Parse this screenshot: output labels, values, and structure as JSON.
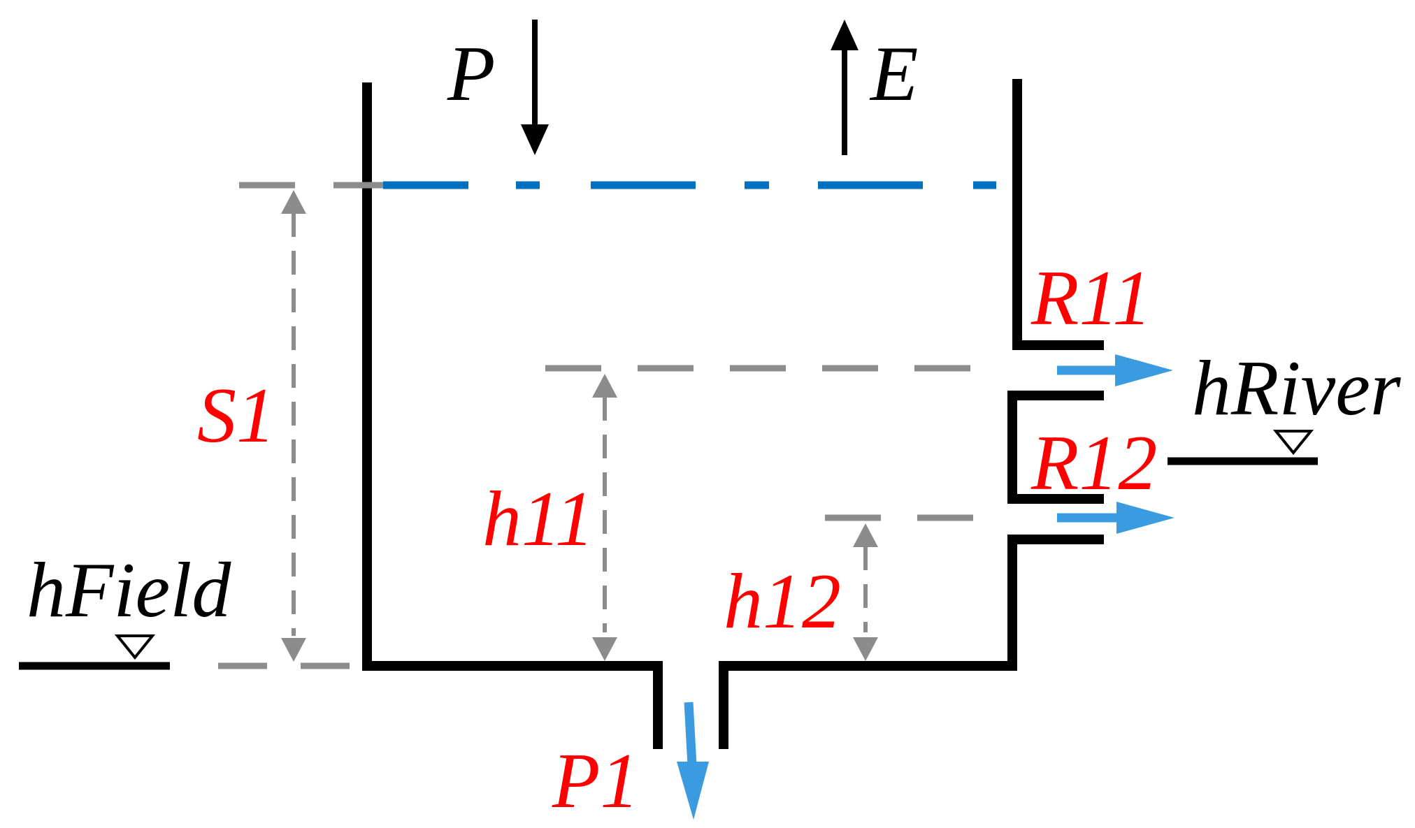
{
  "colors": {
    "wall": "#000000",
    "dim": "#8c8c8c",
    "water": "#0070c0",
    "flow": "#3b9be0",
    "label": "#000000",
    "param": "#ff0000"
  },
  "labels": {
    "precip": "P",
    "evap": "E",
    "outlet_upper": "R11",
    "outlet_lower": "R12",
    "river_level": "hRiver",
    "storage": "S1",
    "height_upper": "h11",
    "height_lower": "h12",
    "field_level": "hField",
    "percolation": "P1"
  }
}
